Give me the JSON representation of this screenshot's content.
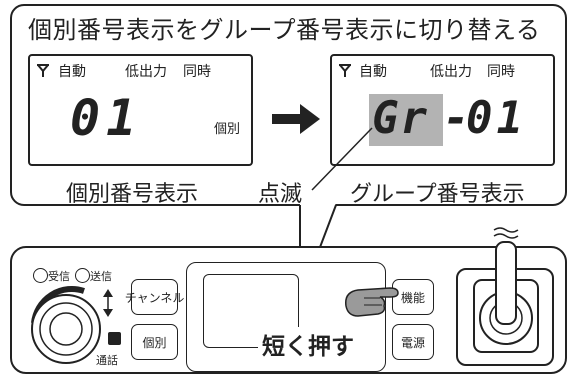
{
  "header": {
    "title": "個別番号表示をグループ番号表示に切り替える"
  },
  "display_left": {
    "antenna_icon": "antenna-icon",
    "auto_label": "自動",
    "low_output_label": "低出力",
    "simultaneous_label": "同時",
    "digits": "01",
    "individual_label": "個別",
    "caption": "個別番号表示"
  },
  "display_right": {
    "antenna_icon": "antenna-icon",
    "auto_label": "自動",
    "low_output_label": "低出力",
    "simultaneous_label": "同時",
    "group_prefix": "Gr",
    "separator": "-",
    "digits": "01",
    "caption": "グループ番号表示"
  },
  "arrow_icon": "right-arrow-icon",
  "annotation": {
    "blink_label": "点滅"
  },
  "device": {
    "receive_label": "受信",
    "transmit_label": "送信",
    "channel_button": "チャンネル",
    "individual_button": "個別",
    "function_button": "機能",
    "power_button": "電源",
    "call_label": "通話",
    "short_press_label": "短く押す",
    "hand_icon": "pointing-hand-icon",
    "knob_icon": "dial-knob-icon",
    "antenna_connector_icon": "antenna-connector-icon"
  },
  "colors": {
    "outline": "#222222",
    "blink_highlight": "#b3b3b3",
    "background": "#ffffff"
  }
}
